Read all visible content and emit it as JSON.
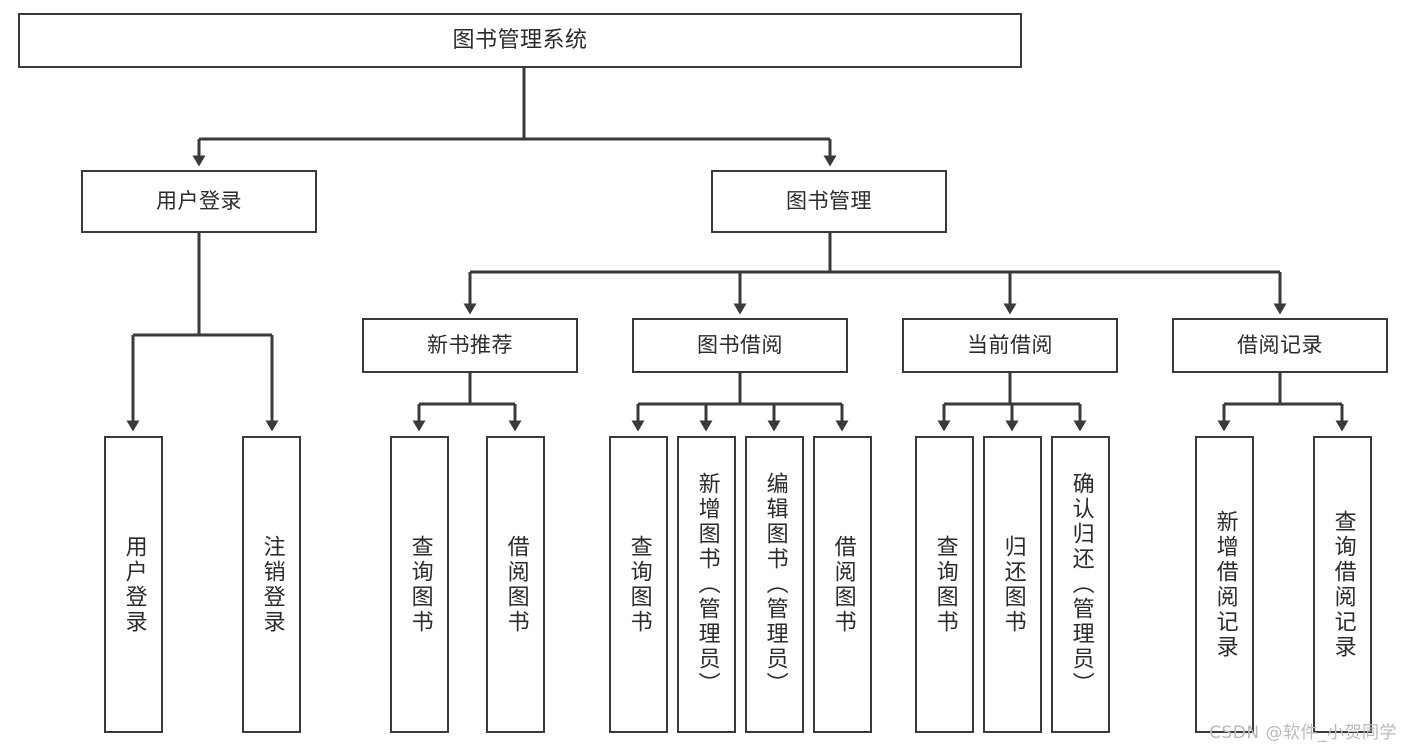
{
  "diagram": {
    "title": "图书管理系统",
    "type": "tree",
    "watermark": "CSDN @软件_小贺同学",
    "colors": {
      "box_border": "#3a3a3a",
      "box_fill": "#ffffff",
      "connector": "#3a3a3a",
      "text": "#2b2b2b",
      "watermark": "#b9b9b9",
      "background": "#ffffff"
    },
    "nodes": {
      "root": {
        "label": "图书管理系统"
      },
      "level1": [
        {
          "id": "user-login",
          "label": "用户登录"
        },
        {
          "id": "book-management",
          "label": "图书管理"
        }
      ],
      "level2": [
        {
          "id": "new-book-recommend",
          "label": "新书推荐"
        },
        {
          "id": "book-borrow",
          "label": "图书借阅"
        },
        {
          "id": "current-borrow",
          "label": "当前借阅"
        },
        {
          "id": "borrow-record",
          "label": "借阅记录"
        }
      ],
      "leaves": {
        "user_login": [
          {
            "id": "leaf-user-login",
            "label": "用户登录"
          },
          {
            "id": "leaf-user-logout",
            "label": "注销登录"
          }
        ],
        "new_book_recommend": [
          {
            "id": "leaf-query-book-1",
            "label": "查询图书"
          },
          {
            "id": "leaf-borrow-book-1",
            "label": "借阅图书"
          }
        ],
        "book_borrow": [
          {
            "id": "leaf-query-book-2",
            "label": "查询图书"
          },
          {
            "id": "leaf-add-book",
            "label": "新增图书（管理员）"
          },
          {
            "id": "leaf-edit-book",
            "label": "编辑图书（管理员）"
          },
          {
            "id": "leaf-borrow-book-2",
            "label": "借阅图书"
          }
        ],
        "current_borrow": [
          {
            "id": "leaf-query-book-3",
            "label": "查询图书"
          },
          {
            "id": "leaf-return-book",
            "label": "归还图书"
          },
          {
            "id": "leaf-confirm-return",
            "label": "确认归还（管理员）"
          }
        ],
        "borrow_record": [
          {
            "id": "leaf-add-record",
            "label": "新增借阅记录"
          },
          {
            "id": "leaf-query-record",
            "label": "查询借阅记录"
          }
        ]
      }
    }
  }
}
